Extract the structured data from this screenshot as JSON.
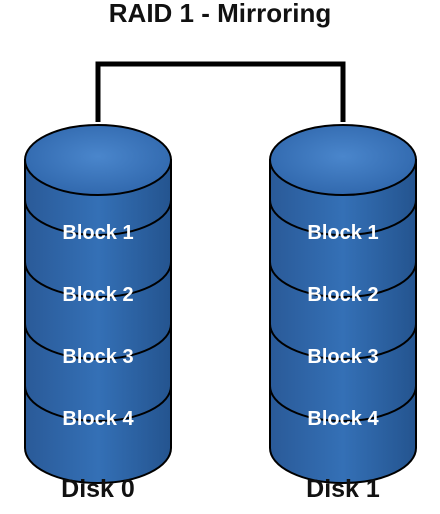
{
  "title": "RAID 1 - Mirroring",
  "colors": {
    "cylinder_fill": "#2E64A6",
    "cylinder_top": "#3A72B8",
    "outline": "#000000",
    "connector": "#000000",
    "block_text": "#ffffff"
  },
  "disks": [
    {
      "label": "Disk 0",
      "blocks": [
        "Block 1",
        "Block 2",
        "Block 3",
        "Block 4"
      ]
    },
    {
      "label": "Disk 1",
      "blocks": [
        "Block 1",
        "Block 2",
        "Block 3",
        "Block 4"
      ]
    }
  ]
}
